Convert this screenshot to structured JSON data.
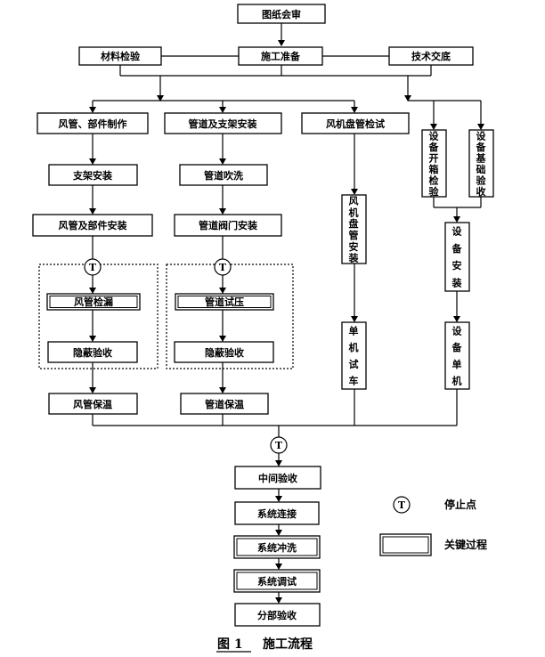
{
  "nodes": {
    "drawing_review": "图纸会审",
    "construction_prep": "施工准备",
    "material_inspection": "材料检验",
    "tech_briefing": "技术交底",
    "duct_fabrication": "风管、部件制作",
    "pipe_support_install": "管道及支架安装",
    "fancoil_inspection": "风机盘管检试",
    "equip_unpacking": "设备开箱检验",
    "equip_foundation": "设备基础验收",
    "bracket_install": "支架安装",
    "pipe_flushing": "管道吹洗",
    "duct_parts_install": "风管及部件安装",
    "pipe_valve_install": "管道阀门安装",
    "fancoil_install": "风机盘管安装",
    "equip_install": "设备安装",
    "duct_leak_test": "风管检漏",
    "pipe_pressure_test": "管道试压",
    "hidden_accept_1": "隐蔽验收",
    "hidden_accept_2": "隐蔽验收",
    "single_test_run": "单机试车",
    "equip_single_run": "设备单机",
    "duct_insulation": "风管保温",
    "pipe_insulation": "管道保温",
    "midterm_accept": "中间验收",
    "system_connect": "系统连接",
    "system_flush": "系统冲洗",
    "system_debug": "系统调试",
    "subproject_accept": "分部验收"
  },
  "stop_point_letter": "T",
  "legend": {
    "stop_point": "停止点",
    "key_process": "关键过程"
  },
  "caption": {
    "label": "图 1",
    "title": "施工流程"
  }
}
